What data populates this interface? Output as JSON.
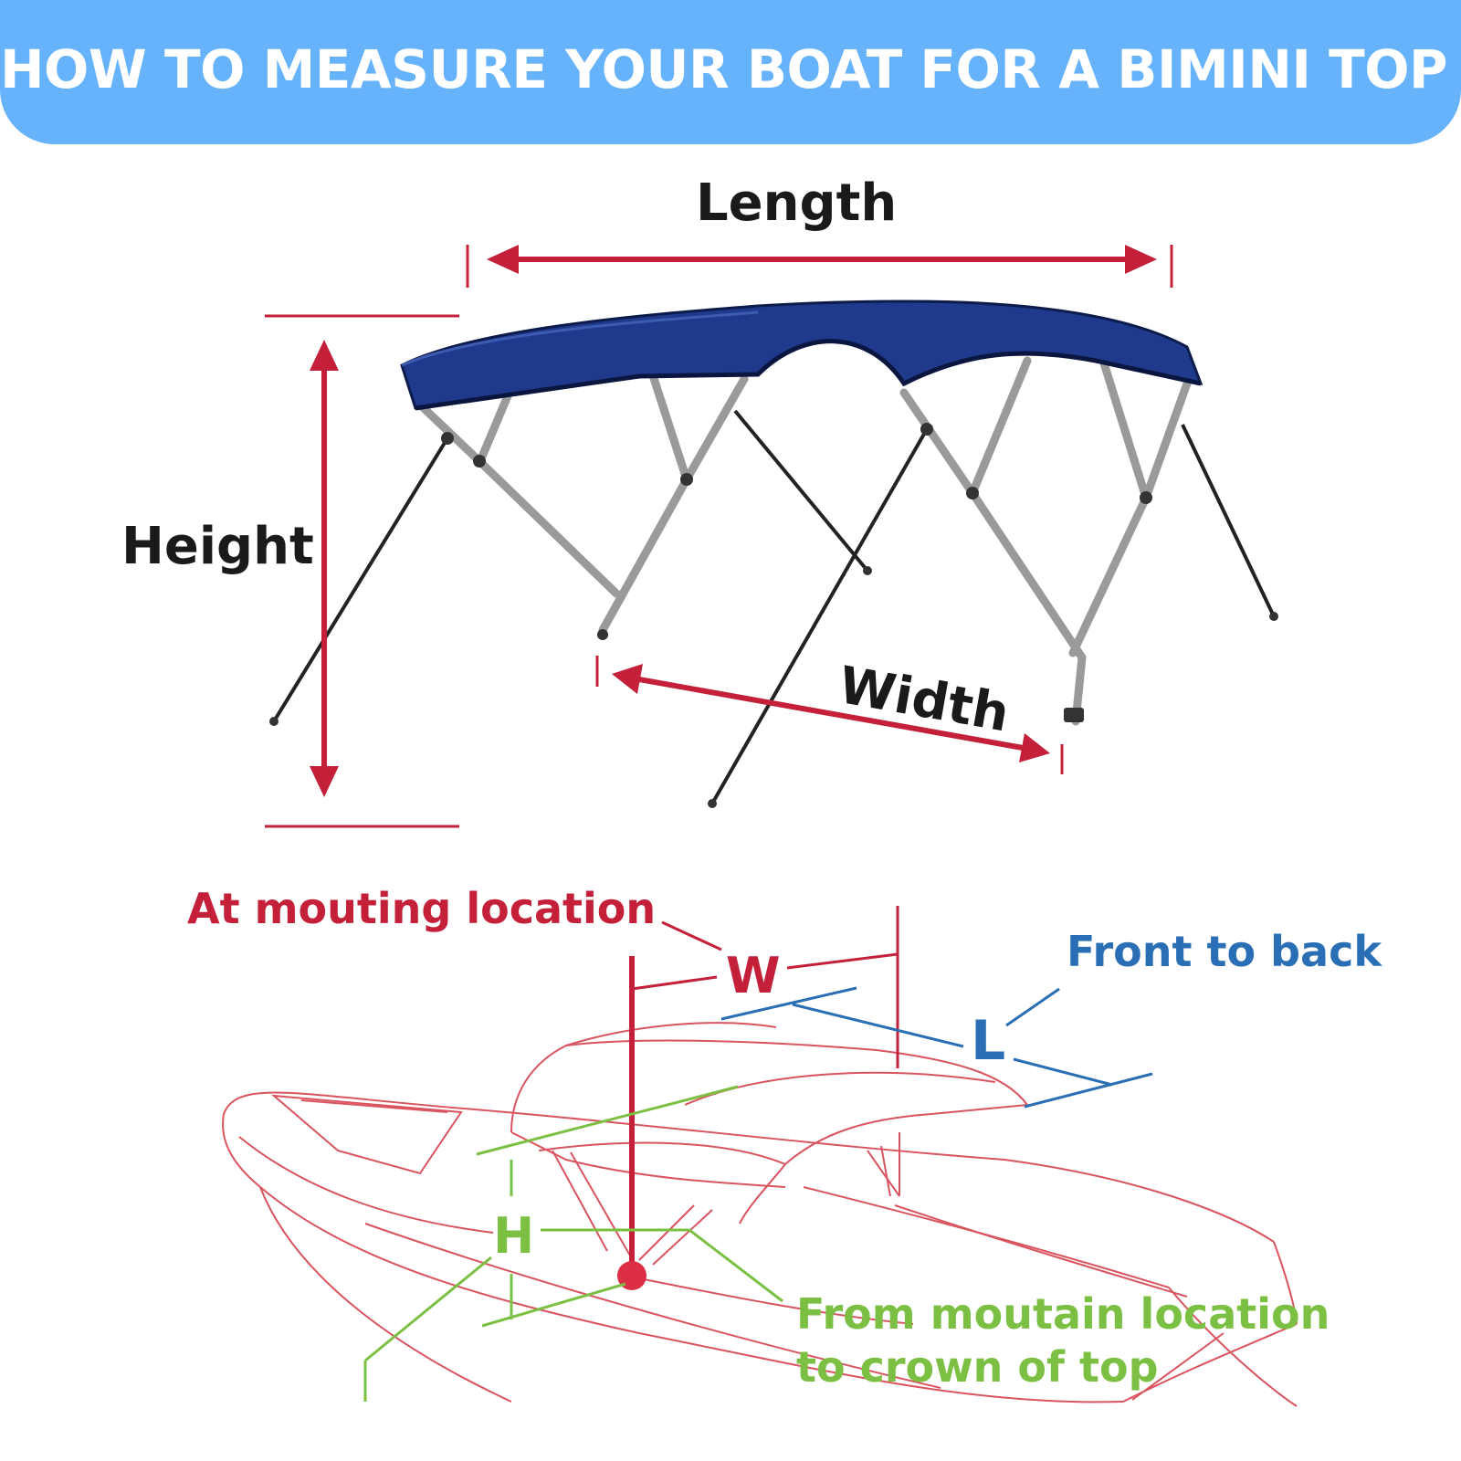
{
  "header": {
    "title": "HOW TO MEASURE YOUR BOAT FOR A BIMINI TOP ?"
  },
  "top_diagram": {
    "length_label": "Length",
    "height_label": "Height",
    "width_label": "Width"
  },
  "bottom_diagram": {
    "width_callout": "At mouting location",
    "length_callout": "Front to back",
    "height_callout_line1": "From moutain location",
    "height_callout_line2": "to crown of top",
    "w_letter": "W",
    "l_letter": "L",
    "h_letter": "H"
  },
  "colors": {
    "banner": "#66b2fb",
    "canopy": "#1f3a8c",
    "dimension_arrow": "#c5203a",
    "width_text": "#c5203a",
    "length_text": "#2a6fb5",
    "height_text": "#7bc043",
    "boat_outline": "#d9545f"
  }
}
